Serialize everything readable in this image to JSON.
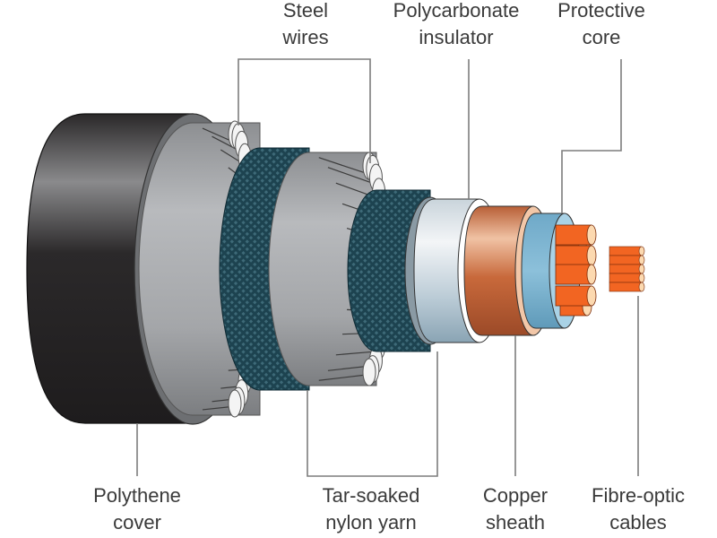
{
  "diagram": {
    "title": "Submarine communications cable cross-section",
    "labels": {
      "steel_wires": [
        "Steel",
        "wires"
      ],
      "polycarbonate_insulator": [
        "Polycarbonate",
        "insulator"
      ],
      "protective_core": [
        "Protective",
        "core"
      ],
      "polythene_cover": [
        "Polythene",
        "cover"
      ],
      "tar_soaked_nylon_yarn": [
        "Tar-soaked",
        "nylon yarn"
      ],
      "copper_sheath": [
        "Copper",
        "sheath"
      ],
      "fibre_optic_cables": [
        "Fibre-optic",
        "cables"
      ]
    },
    "colors": {
      "polythene": "#231f20",
      "steel": "#a7a9ac",
      "steel_end": "#f4f4f4",
      "tar_yarn": "#1e4550",
      "insulator": "#dfe6eb",
      "copper": "#c4673a",
      "protective_core": "#7fb6d3",
      "fibre": "#f26522",
      "fibre_end": "#fcd9b0",
      "leader": "#7d7d7d",
      "text": "#3a3a3a"
    }
  }
}
